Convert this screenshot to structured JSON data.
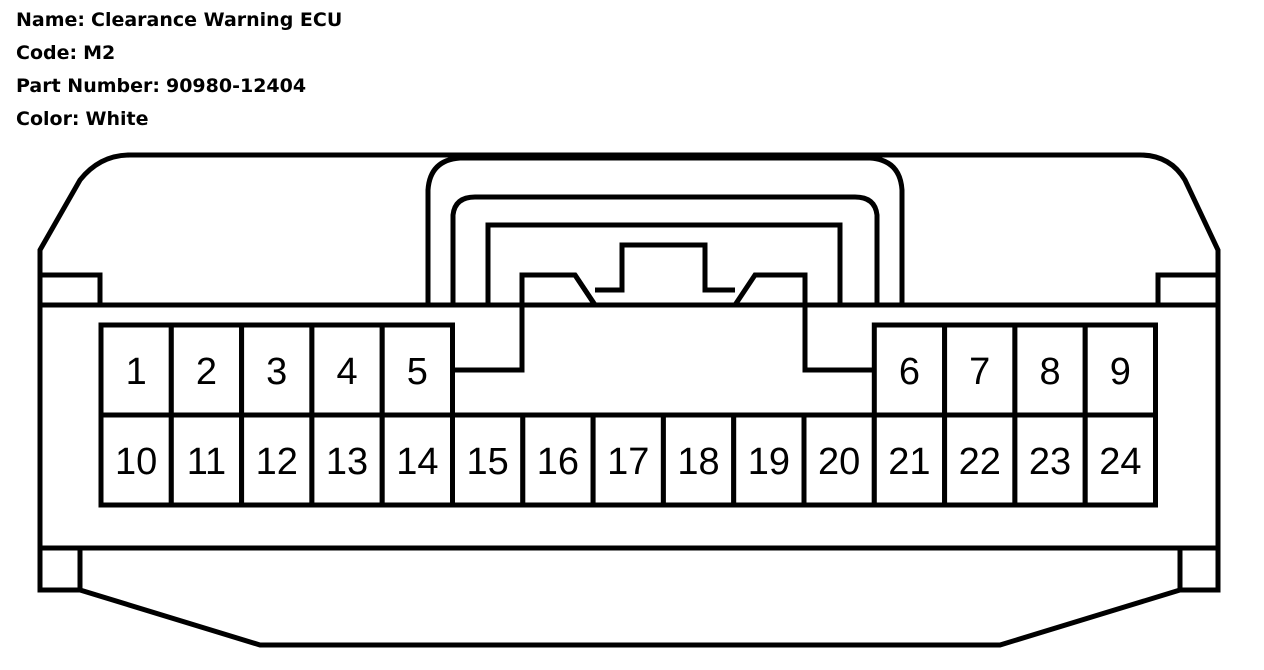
{
  "connector": {
    "name_label": "Name:",
    "name": "Clearance Warning ECU",
    "code_label": "Code:",
    "code": "M2",
    "part_number_label": "Part Number:",
    "part_number": "90980-12404",
    "color_label": "Color:",
    "color": "White"
  },
  "pins_top_left": [
    "1",
    "2",
    "3",
    "4",
    "5"
  ],
  "pins_top_right": [
    "6",
    "7",
    "8",
    "9"
  ],
  "pins_bottom": [
    "10",
    "11",
    "12",
    "13",
    "14",
    "15",
    "16",
    "17",
    "18",
    "19",
    "20",
    "21",
    "22",
    "23",
    "24"
  ],
  "colors": {
    "line": "#000000",
    "background": "#ffffff"
  }
}
